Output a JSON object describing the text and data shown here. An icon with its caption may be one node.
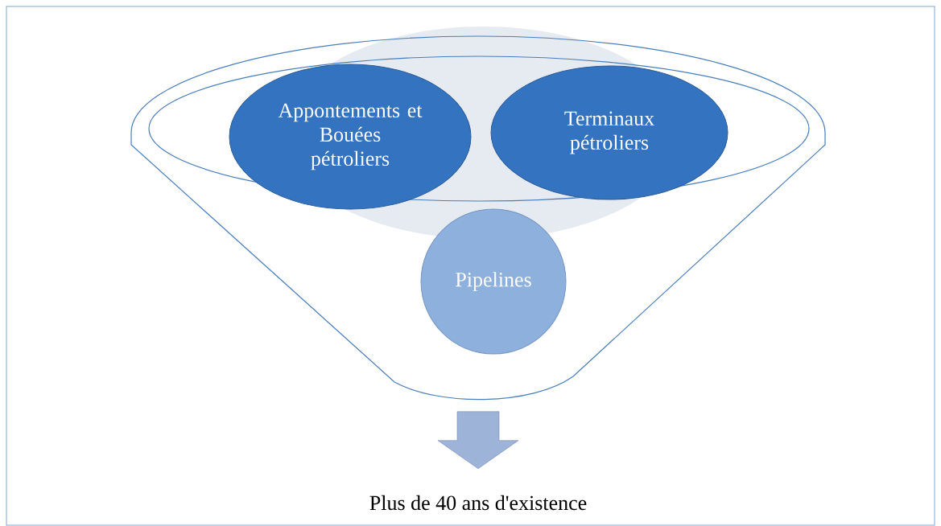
{
  "diagram": {
    "nodes": [
      {
        "text": [],
        "shape": "funnel"
      },
      {
        "text": [
          "Appontements et Bouées pétroliers"
        ],
        "in": 0
      },
      {
        "text": [
          "Terminaux pétroliers"
        ],
        "in": 0
      },
      {
        "text": [
          "Pipelines"
        ],
        "in": 0
      },
      {
        "text": [
          "Plus de 40 ans d'existence"
        ]
      }
    ],
    "edges": [
      {
        "from": 0,
        "to": 4,
        "arrow": "to"
      }
    ]
  }
}
